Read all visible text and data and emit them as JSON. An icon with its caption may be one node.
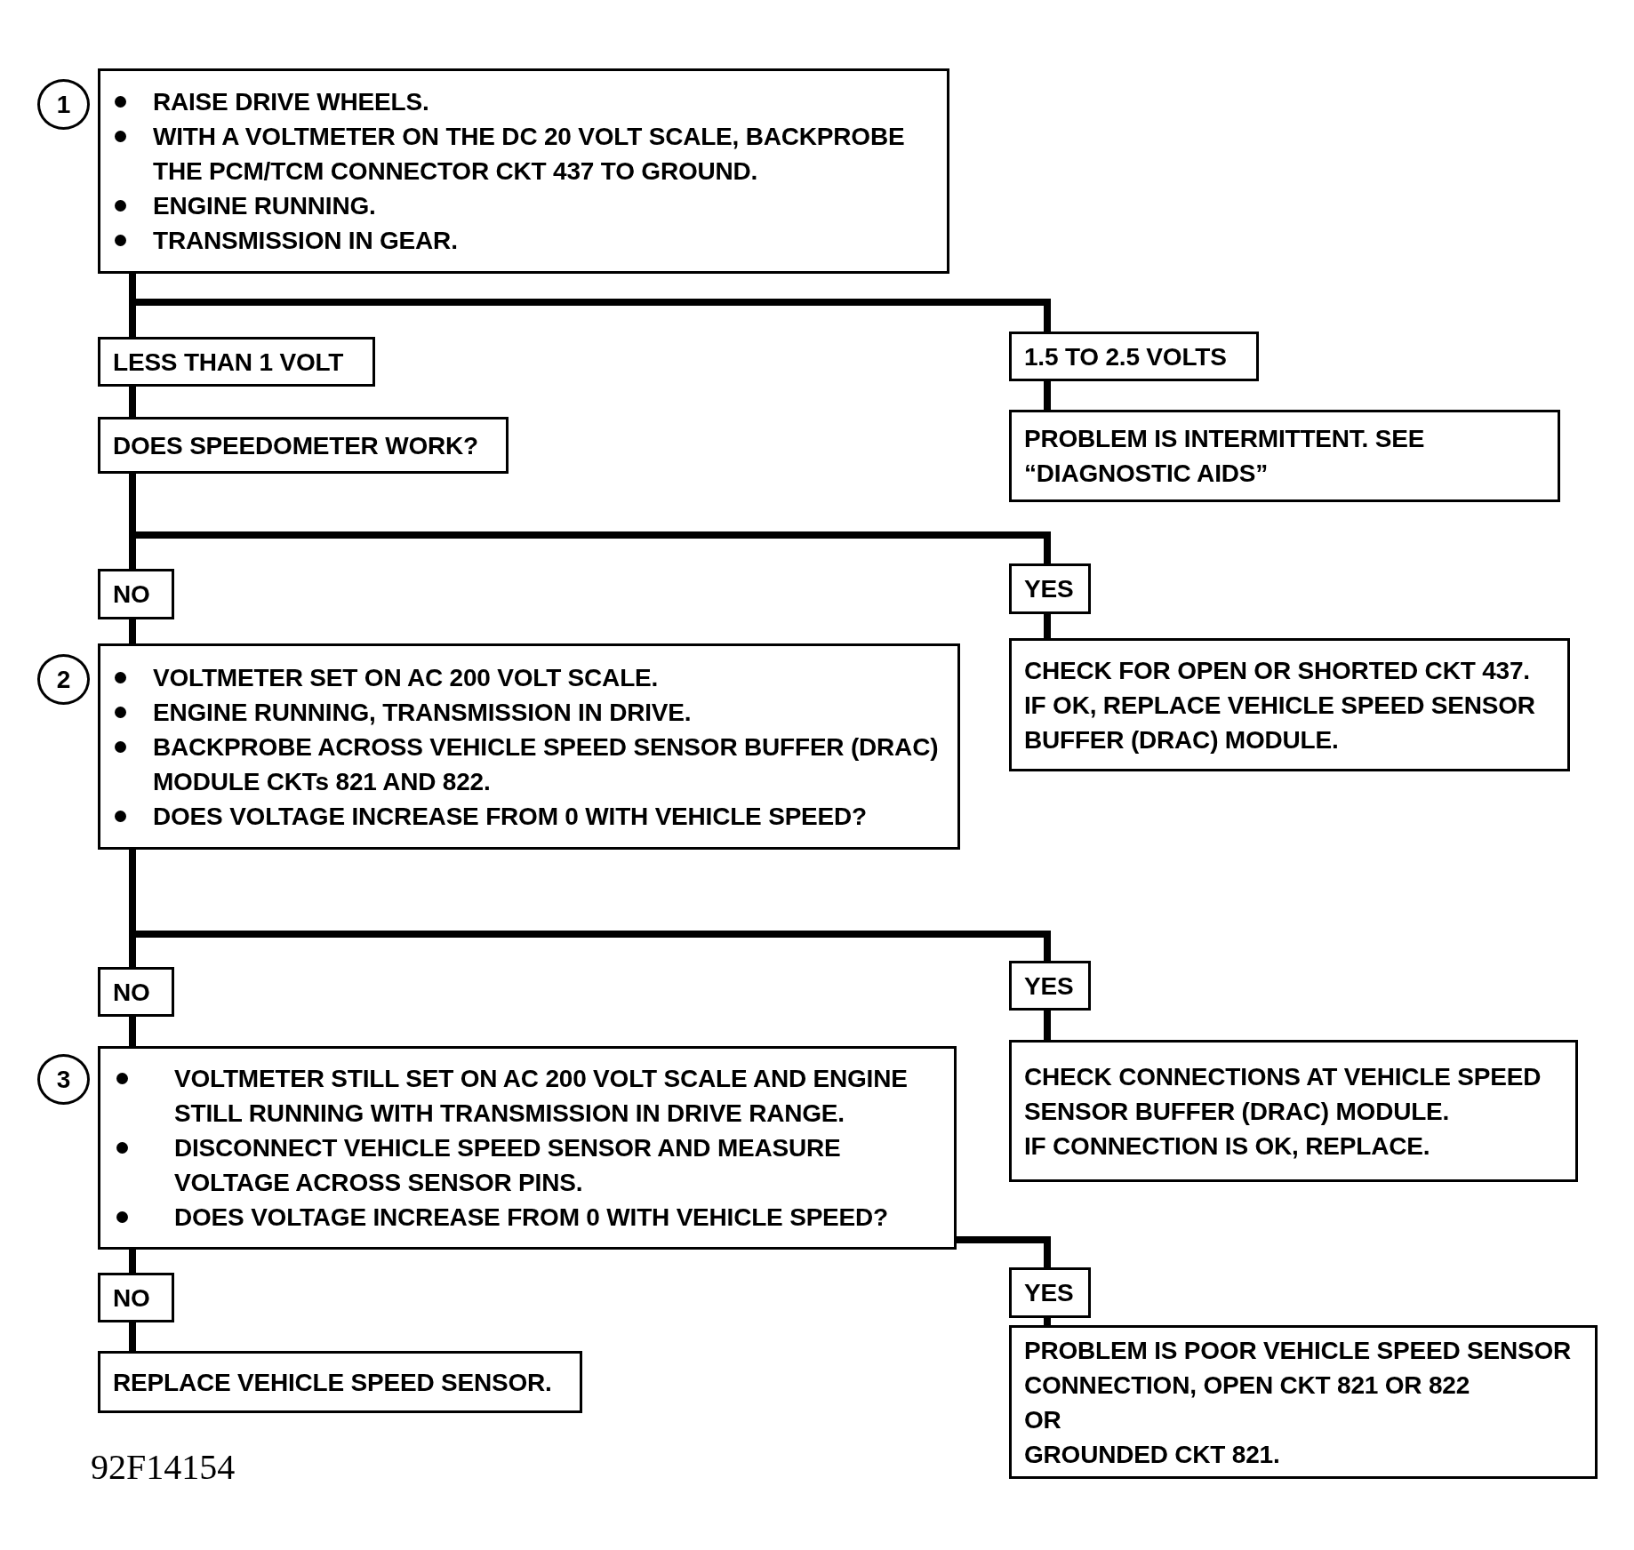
{
  "diagram": {
    "nodes": [
      {
        "text": [
          "1"
        ]
      },
      {
        "text": [
          "RAISE DRIVE WHEELS.",
          "WITH A VOLTMETER ON THE DC 20 VOLT SCALE, BACKPROBE THE PCM/TCM CONNECTOR CKT 437 TO GROUND.",
          "ENGINE RUNNING.",
          "TRANSMISSION IN GEAR."
        ]
      },
      {
        "text": [
          "LESS THAN 1 VOLT"
        ]
      },
      {
        "text": [
          "1.5 TO 2.5 VOLTS"
        ]
      },
      {
        "text": [
          "DOES SPEEDOMETER WORK?"
        ]
      },
      {
        "text": [
          "PROBLEM IS INTERMITTENT. SEE “DIAGNOSTIC AIDS”"
        ]
      },
      {
        "text": [
          "NO"
        ]
      },
      {
        "text": [
          "YES"
        ]
      },
      {
        "text": [
          "2"
        ]
      },
      {
        "text": [
          "VOLTMETER SET ON AC 200 VOLT SCALE.",
          "ENGINE RUNNING, TRANSMISSION IN DRIVE.",
          "BACKPROBE ACROSS VEHICLE SPEED SENSOR BUFFER (DRAC) MODULE CKTs 821 AND 822.",
          "DOES VOLTAGE INCREASE FROM 0 WITH VEHICLE SPEED?"
        ]
      },
      {
        "text": [
          "CHECK FOR OPEN OR SHORTED CKT 437.",
          "IF OK, REPLACE VEHICLE SPEED SENSOR BUFFER (DRAC) MODULE."
        ]
      },
      {
        "text": [
          "NO"
        ]
      },
      {
        "text": [
          "YES"
        ]
      },
      {
        "text": [
          "3"
        ]
      },
      {
        "text": [
          "VOLTMETER STILL SET ON AC 200 VOLT SCALE AND ENGINE STILL RUNNING WITH TRANSMISSION IN DRIVE RANGE.",
          "DISCONNECT VEHICLE SPEED SENSOR AND MEASURE VOLTAGE ACROSS SENSOR PINS.",
          "DOES VOLTAGE INCREASE FROM 0 WITH VEHICLE SPEED?"
        ]
      },
      {
        "text": [
          "CHECK CONNECTIONS AT VEHICLE SPEED SENSOR BUFFER (DRAC) MODULE.",
          "IF CONNECTION IS OK, REPLACE."
        ]
      },
      {
        "text": [
          "NO"
        ]
      },
      {
        "text": [
          "YES"
        ]
      },
      {
        "text": [
          "REPLACE VEHICLE SPEED SENSOR."
        ]
      },
      {
        "text": [
          "PROBLEM IS POOR VEHICLE SPEED SENSOR CONNECTION, OPEN CKT 821 OR 822",
          "OR",
          "GROUNDED CKT 821."
        ]
      }
    ],
    "edges": [
      {
        "from": 1,
        "to": 2,
        "arrow": "none"
      },
      {
        "from": 1,
        "to": 3,
        "arrow": "none"
      },
      {
        "from": 2,
        "to": 4,
        "arrow": "none"
      },
      {
        "from": 3,
        "to": 5,
        "arrow": "none"
      },
      {
        "from": 4,
        "to": 6,
        "arrow": "none"
      },
      {
        "from": 4,
        "to": 7,
        "arrow": "none"
      },
      {
        "from": 6,
        "to": 9,
        "arrow": "none"
      },
      {
        "from": 7,
        "to": 10,
        "arrow": "none"
      },
      {
        "from": 9,
        "to": 11,
        "arrow": "none"
      },
      {
        "from": 9,
        "to": 12,
        "arrow": "none"
      },
      {
        "from": 11,
        "to": 14,
        "arrow": "none"
      },
      {
        "from": 12,
        "to": 15,
        "arrow": "none"
      },
      {
        "from": 14,
        "to": 16,
        "arrow": "none"
      },
      {
        "from": 14,
        "to": 17,
        "arrow": "none"
      },
      {
        "from": 16,
        "to": 18,
        "arrow": "none"
      },
      {
        "from": 17,
        "to": 19,
        "arrow": "none"
      }
    ],
    "labels": [
      "92F14154"
    ]
  }
}
